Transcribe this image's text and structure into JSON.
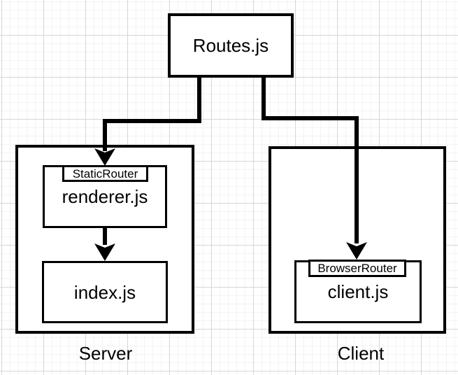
{
  "nodes": {
    "routes": {
      "label": "Routes.js"
    },
    "renderer": {
      "label": "renderer.js",
      "badge": "StaticRouter"
    },
    "index": {
      "label": "index.js"
    },
    "client": {
      "label": "client.js",
      "badge": "BrowserRouter"
    }
  },
  "groups": {
    "server": {
      "label": "Server"
    },
    "client": {
      "label": "Client"
    }
  },
  "edges": [
    {
      "from": "Routes.js",
      "to": "renderer.js"
    },
    {
      "from": "Routes.js",
      "to": "client.js"
    },
    {
      "from": "renderer.js",
      "to": "index.js"
    }
  ],
  "colors": {
    "stroke": "#000000",
    "fill": "#ffffff",
    "text": "#000000",
    "grid_minor": "#f3f3f3",
    "grid_major": "#d6d6d6",
    "background": "#ffffff"
  }
}
